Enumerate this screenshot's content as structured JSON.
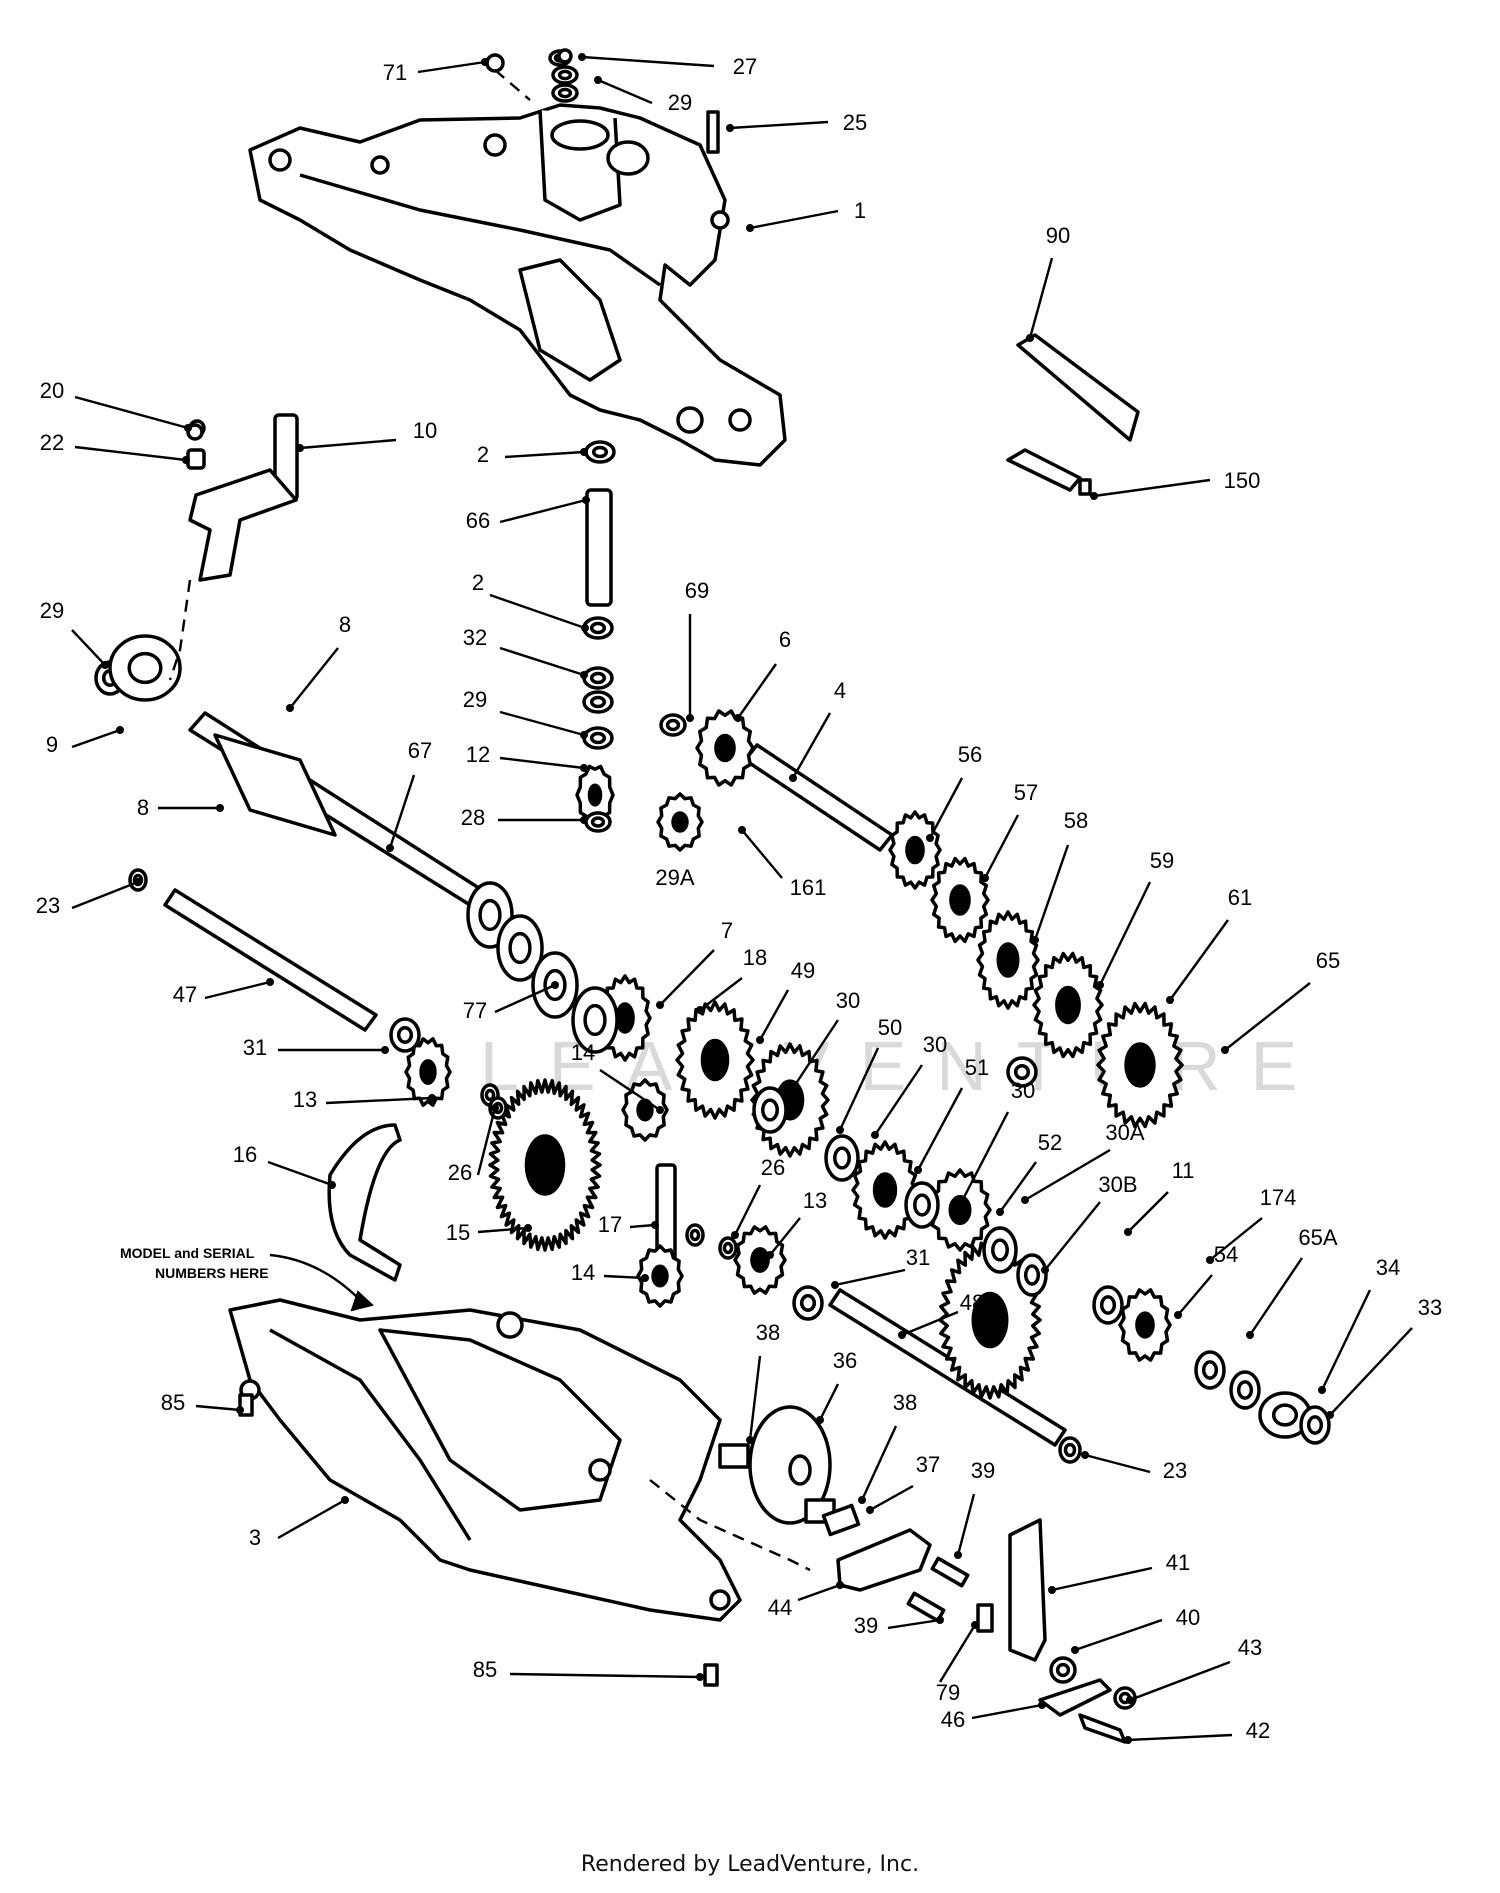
{
  "diagram": {
    "note_line1": "MODEL and SERIAL",
    "note_line2": "NUMBERS HERE",
    "watermark": "LEADVENTURE",
    "footer": "Rendered by LeadVenture, Inc."
  },
  "callouts": [
    {
      "id": "c1",
      "text": "71"
    },
    {
      "id": "c2",
      "text": "27"
    },
    {
      "id": "c3",
      "text": "29"
    },
    {
      "id": "c4",
      "text": "25"
    },
    {
      "id": "c5",
      "text": "1"
    },
    {
      "id": "c6",
      "text": "90"
    },
    {
      "id": "c7",
      "text": "20"
    },
    {
      "id": "c8",
      "text": "10"
    },
    {
      "id": "c9",
      "text": "22"
    },
    {
      "id": "c10",
      "text": "2"
    },
    {
      "id": "c11",
      "text": "150"
    },
    {
      "id": "c12",
      "text": "66"
    },
    {
      "id": "c13",
      "text": "2"
    },
    {
      "id": "c14",
      "text": "69"
    },
    {
      "id": "c15",
      "text": "29"
    },
    {
      "id": "c16",
      "text": "8"
    },
    {
      "id": "c17",
      "text": "32"
    },
    {
      "id": "c18",
      "text": "6"
    },
    {
      "id": "c19",
      "text": "29"
    },
    {
      "id": "c20",
      "text": "4"
    },
    {
      "id": "c21",
      "text": "9"
    },
    {
      "id": "c22",
      "text": "67"
    },
    {
      "id": "c23",
      "text": "12"
    },
    {
      "id": "c24",
      "text": "56"
    },
    {
      "id": "c25",
      "text": "8"
    },
    {
      "id": "c26",
      "text": "28"
    },
    {
      "id": "c27",
      "text": "57"
    },
    {
      "id": "c28",
      "text": "58"
    },
    {
      "id": "c29",
      "text": "29A"
    },
    {
      "id": "c30",
      "text": "161"
    },
    {
      "id": "c31",
      "text": "59"
    },
    {
      "id": "c32",
      "text": "23"
    },
    {
      "id": "c33",
      "text": "7"
    },
    {
      "id": "c34",
      "text": "61"
    },
    {
      "id": "c35",
      "text": "18"
    },
    {
      "id": "c36",
      "text": "65"
    },
    {
      "id": "c37",
      "text": "49"
    },
    {
      "id": "c38",
      "text": "47"
    },
    {
      "id": "c39",
      "text": "77"
    },
    {
      "id": "c40",
      "text": "30"
    },
    {
      "id": "c41",
      "text": "50"
    },
    {
      "id": "c42",
      "text": "31"
    },
    {
      "id": "c43",
      "text": "30"
    },
    {
      "id": "c44",
      "text": "14"
    },
    {
      "id": "c45",
      "text": "51"
    },
    {
      "id": "c46",
      "text": "13"
    },
    {
      "id": "c47",
      "text": "30"
    },
    {
      "id": "c48",
      "text": "30A"
    },
    {
      "id": "c49",
      "text": "52"
    },
    {
      "id": "c50",
      "text": "16"
    },
    {
      "id": "c51",
      "text": "26"
    },
    {
      "id": "c52",
      "text": "26"
    },
    {
      "id": "c53",
      "text": "11"
    },
    {
      "id": "c54",
      "text": "30B"
    },
    {
      "id": "c55",
      "text": "174"
    },
    {
      "id": "c56",
      "text": "17"
    },
    {
      "id": "c57",
      "text": "15"
    },
    {
      "id": "c58",
      "text": "13"
    },
    {
      "id": "c59",
      "text": "65A"
    },
    {
      "id": "c60",
      "text": "54"
    },
    {
      "id": "c61",
      "text": "31"
    },
    {
      "id": "c62",
      "text": "14"
    },
    {
      "id": "c63",
      "text": "34"
    },
    {
      "id": "c64",
      "text": "48"
    },
    {
      "id": "c65",
      "text": "33"
    },
    {
      "id": "c66",
      "text": "38"
    },
    {
      "id": "c67",
      "text": "36"
    },
    {
      "id": "c68",
      "text": "85"
    },
    {
      "id": "c69",
      "text": "38"
    },
    {
      "id": "c70",
      "text": "23"
    },
    {
      "id": "c71",
      "text": "37"
    },
    {
      "id": "c72",
      "text": "39"
    },
    {
      "id": "c73",
      "text": "3"
    },
    {
      "id": "c74",
      "text": "41"
    },
    {
      "id": "c75",
      "text": "40"
    },
    {
      "id": "c76",
      "text": "44"
    },
    {
      "id": "c77",
      "text": "39"
    },
    {
      "id": "c78",
      "text": "43"
    },
    {
      "id": "c79",
      "text": "79"
    },
    {
      "id": "c80",
      "text": "85"
    },
    {
      "id": "c81",
      "text": "46"
    },
    {
      "id": "c82",
      "text": "42"
    }
  ]
}
